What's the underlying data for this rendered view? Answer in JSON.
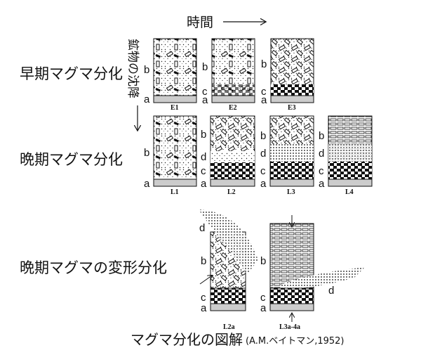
{
  "header": {
    "time_label": "時間",
    "settling_label": "鉱物の沈降"
  },
  "rows": [
    {
      "label": "早期マグマ分化",
      "panels": [
        "E1",
        "E2",
        "E3"
      ]
    },
    {
      "label": "晩期マグマ分化",
      "panels": [
        "L1",
        "L2",
        "L3",
        "L4"
      ]
    },
    {
      "label": "晩期マグマの変形分化",
      "panels": [
        "L2a",
        "L3a-4a"
      ]
    }
  ],
  "layer_letters": {
    "a": "a",
    "b": "b",
    "c": "c",
    "d": "d"
  },
  "caption": {
    "title": "マグマ分化の図解",
    "source": "(A.M.ベイトマン,1952)"
  }
}
